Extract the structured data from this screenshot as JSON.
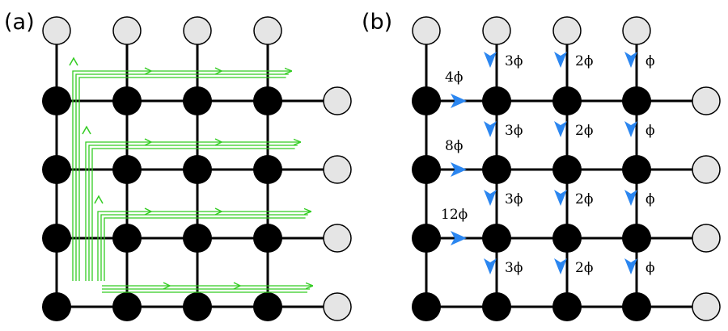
{
  "panels": {
    "a": {
      "label": "(a)"
    },
    "b": {
      "label": "(b)"
    }
  },
  "colors": {
    "node_filled": "#000000",
    "node_boundary": "#e5e5e5",
    "edge": "#000000",
    "path": "#33cc22",
    "arrow": "#2b86f0"
  },
  "lattice": {
    "rows": 4,
    "cols": 4,
    "note_top_boundary": "gray nodes above columns 1-4, gray nodes right of rows 1-4"
  },
  "flux_labels": {
    "horizontal": [
      "4ϕ",
      "8ϕ",
      "12ϕ"
    ],
    "vertical": [
      [
        "3ϕ",
        "2ϕ",
        "ϕ"
      ],
      [
        "3ϕ",
        "2ϕ",
        "ϕ"
      ],
      [
        "3ϕ",
        "2ϕ",
        "ϕ"
      ],
      [
        "3ϕ",
        "2ϕ",
        "ϕ"
      ]
    ]
  }
}
